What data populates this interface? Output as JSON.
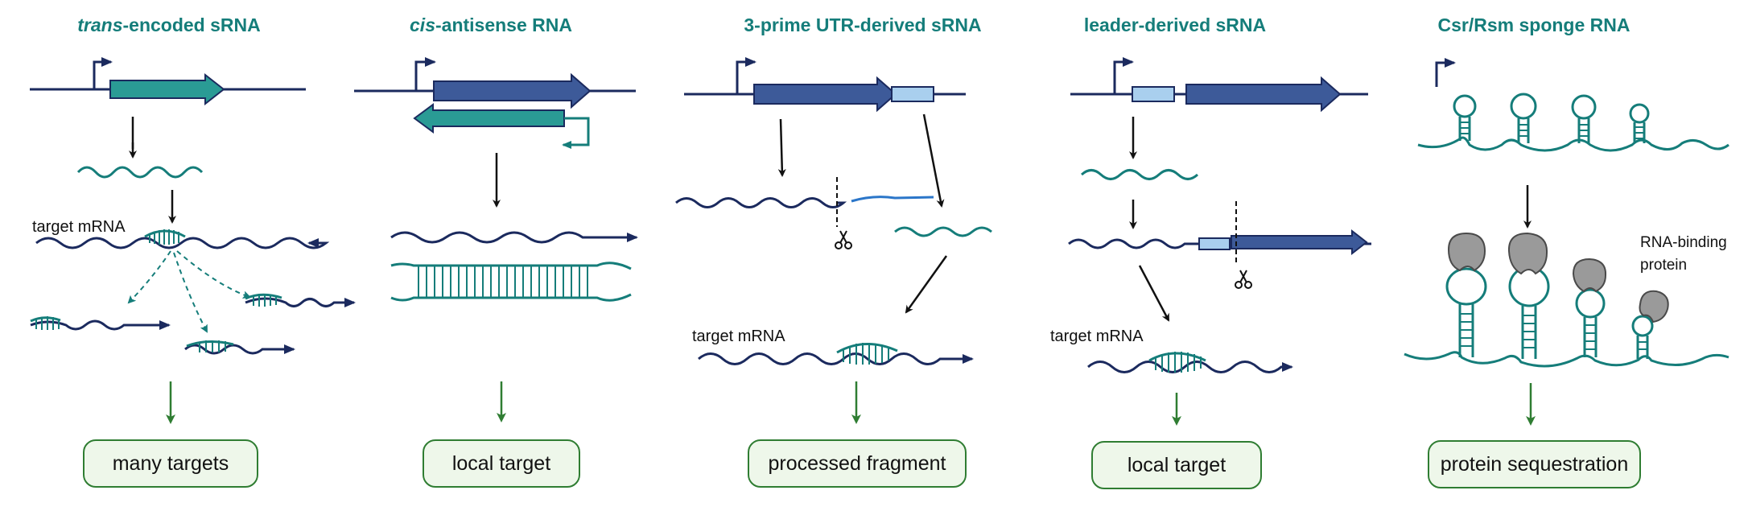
{
  "colors": {
    "teal": "#157d7a",
    "dark_blue": "#1b2a5e",
    "gene_blue": "#3d5a99",
    "light_blue": "#a9cfee",
    "green": "#2f7d32",
    "box_fill": "#eef7ea",
    "protein_gray": "#9a9a9a"
  },
  "panels": [
    {
      "title_em": "trans",
      "title_rest": "-encoded sRNA",
      "outcome": "many targets",
      "target_label": "target mRNA"
    },
    {
      "title_em": "cis",
      "title_rest": "-antisense RNA",
      "outcome": "local target"
    },
    {
      "title_em": "",
      "title_rest": "3-prime UTR-derived sRNA",
      "outcome": "processed fragment",
      "target_label": "target mRNA"
    },
    {
      "title_em": "",
      "title_rest": "leader-derived sRNA",
      "outcome": "local target",
      "target_label": "target mRNA"
    },
    {
      "title_em": "",
      "title_rest": "Csr/Rsm sponge RNA",
      "outcome": "protein sequestration",
      "protein_label_1": "RNA-binding",
      "protein_label_2": "protein"
    }
  ],
  "icons": [
    "promoter-arrow-icon",
    "scissors-icon",
    "rna-binding-protein-icon"
  ]
}
